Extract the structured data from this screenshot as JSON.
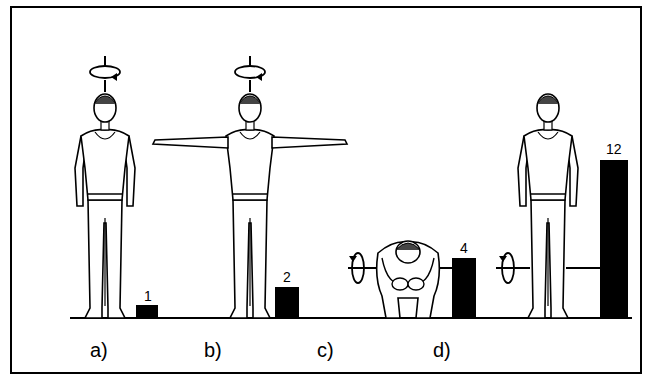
{
  "diagram": {
    "labels": [
      "1",
      "2",
      "4",
      "12",
      "a)",
      "b)",
      "c)",
      "d)"
    ]
  }
}
